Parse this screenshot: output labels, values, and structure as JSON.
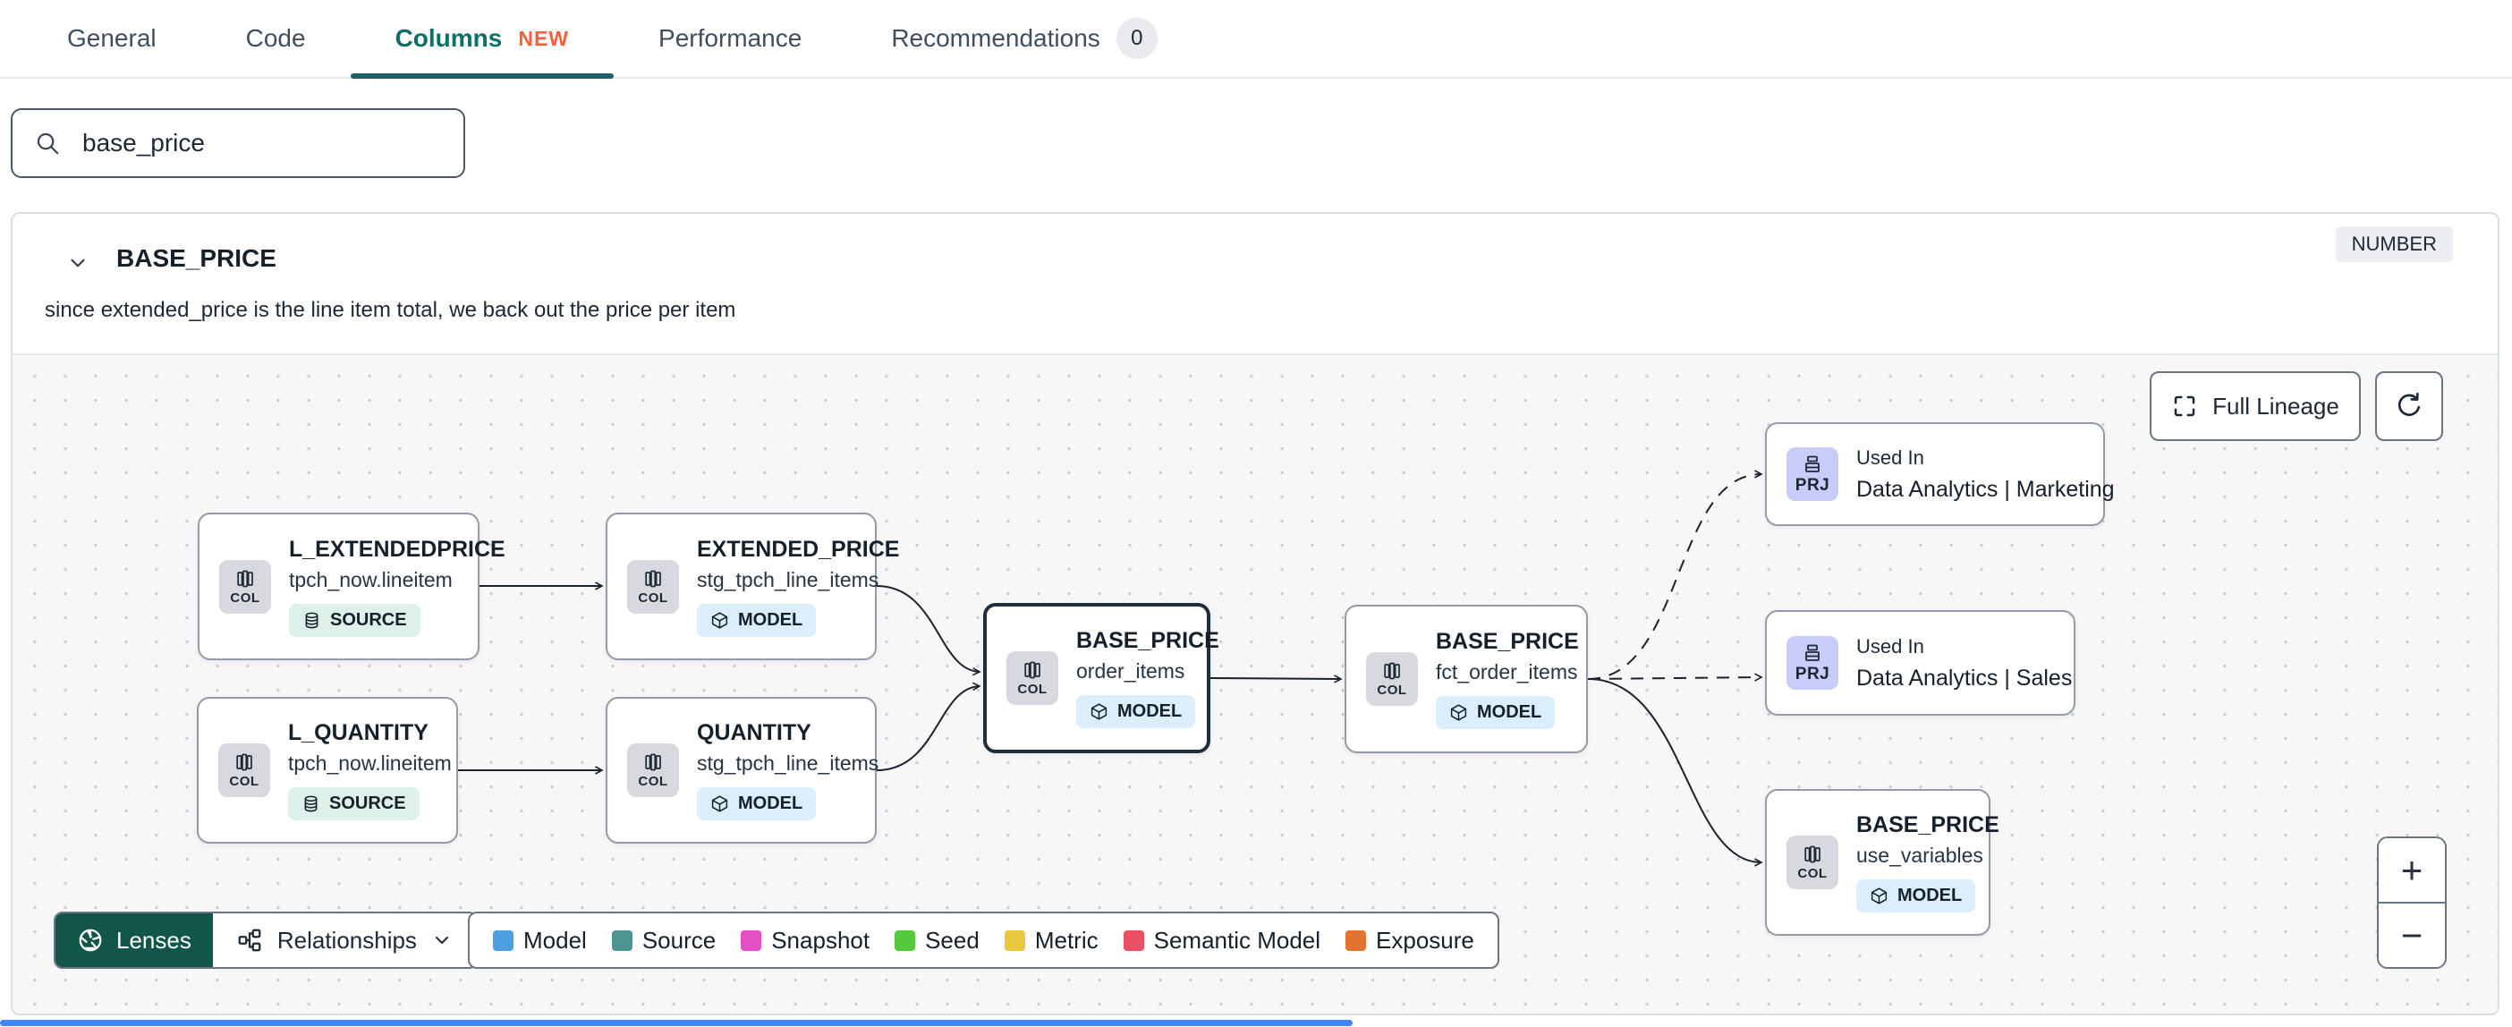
{
  "tabs": {
    "items": [
      {
        "label": "General"
      },
      {
        "label": "Code"
      },
      {
        "label": "Columns",
        "badge": "NEW",
        "active": true
      },
      {
        "label": "Performance"
      },
      {
        "label": "Recommendations",
        "badge": "0"
      }
    ]
  },
  "search": {
    "value": "base_price"
  },
  "panel": {
    "column_name": "BASE_PRICE",
    "data_type": "NUMBER",
    "description": "since extended_price is the line item total, we back out the price per item"
  },
  "toolbar": {
    "full_lineage": "Full Lineage",
    "lenses": "Lenses",
    "relationships": "Relationships",
    "zoom_in": "+",
    "zoom_out": "−"
  },
  "lineage": {
    "nodes": [
      {
        "badge": "COL",
        "title": "L_EXTENDEDPRICE",
        "subtitle": "tpch_now.lineitem",
        "kind": "SOURCE"
      },
      {
        "badge": "COL",
        "title": "EXTENDED_PRICE",
        "subtitle": "stg_tpch_line_items",
        "kind": "MODEL"
      },
      {
        "badge": "COL",
        "title": "L_QUANTITY",
        "subtitle": "tpch_now.lineitem",
        "kind": "SOURCE"
      },
      {
        "badge": "COL",
        "title": "QUANTITY",
        "subtitle": "stg_tpch_line_items",
        "kind": "MODEL"
      },
      {
        "badge": "COL",
        "title": "BASE_PRICE",
        "subtitle": "order_items",
        "kind": "MODEL",
        "selected": true
      },
      {
        "badge": "COL",
        "title": "BASE_PRICE",
        "subtitle": "fct_order_items",
        "kind": "MODEL"
      },
      {
        "badge": "PRJ",
        "title": "Used In",
        "subtitle": "Data Analytics | Marketing"
      },
      {
        "badge": "PRJ",
        "title": "Used In",
        "subtitle": "Data Analytics | Sales"
      },
      {
        "badge": "COL",
        "title": "BASE_PRICE",
        "subtitle": "use_variables",
        "kind": "MODEL"
      }
    ],
    "legend": [
      {
        "label": "Model",
        "color": "#4D9FDF"
      },
      {
        "label": "Source",
        "color": "#4E9592"
      },
      {
        "label": "Snapshot",
        "color": "#E44FC4"
      },
      {
        "label": "Seed",
        "color": "#55C93C"
      },
      {
        "label": "Metric",
        "color": "#E7C83F"
      },
      {
        "label": "Semantic Model",
        "color": "#EA4F63"
      },
      {
        "label": "Exposure",
        "color": "#E2742F"
      }
    ],
    "colors": {
      "active_tab_teal": "#0B6F66",
      "new_badge_orange": "#FB5E3D",
      "lenses_green": "#115649",
      "model_badge_bg": "#DBEEFB",
      "source_badge_bg": "#DDF0EA",
      "project_badge_bg": "#C7CCF8",
      "scrollbar_blue": "#4285F4"
    }
  }
}
